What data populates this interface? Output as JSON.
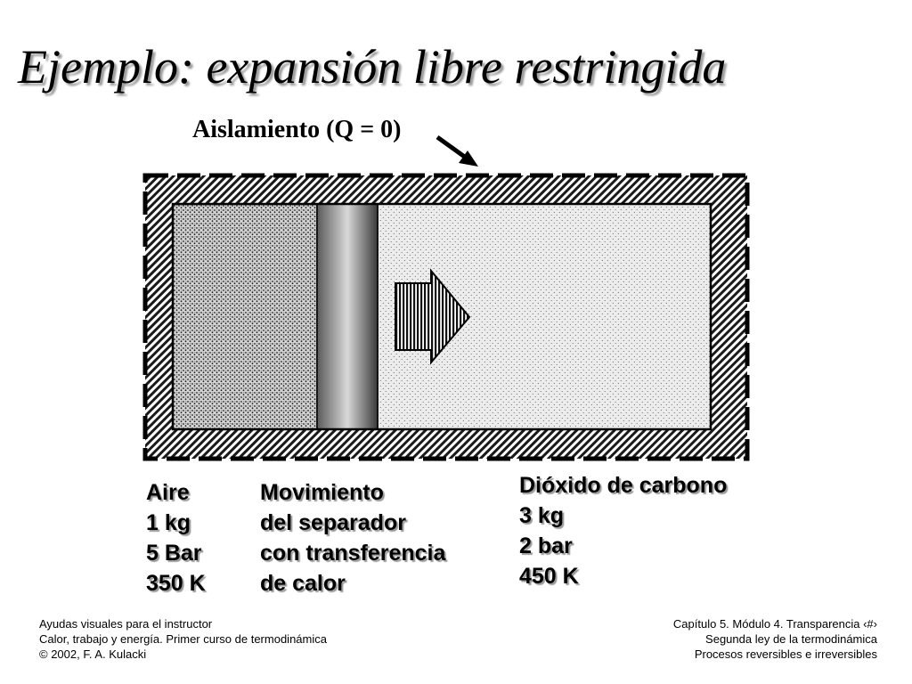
{
  "title": "Ejemplo: expansión libre restringida",
  "insulation_label": "Aislamiento (Q = 0)",
  "air": {
    "lines": [
      "Aire",
      "1 kg",
      "5 Bar",
      "350 K"
    ]
  },
  "separator": {
    "lines": [
      "Movimiento",
      "del separador",
      "con transferencia",
      "de calor"
    ]
  },
  "co2": {
    "lines": [
      "Dióxido de carbono",
      "3 kg",
      "2 bar",
      "450 K"
    ]
  },
  "footer": {
    "left": [
      "Ayudas visuales para el instructor",
      "Calor, trabajo y energía. Primer curso de termodinámica",
      "© 2002, F. A. Kulacki"
    ],
    "right": [
      "Capítulo 5. Módulo 4.  Transparencia ‹#›",
      "Segunda ley de la termodinámica",
      "Procesos reversibles e irreversibles"
    ]
  },
  "icons": [
    "direction-arrow-icon",
    "pointer-arrow-icon"
  ]
}
